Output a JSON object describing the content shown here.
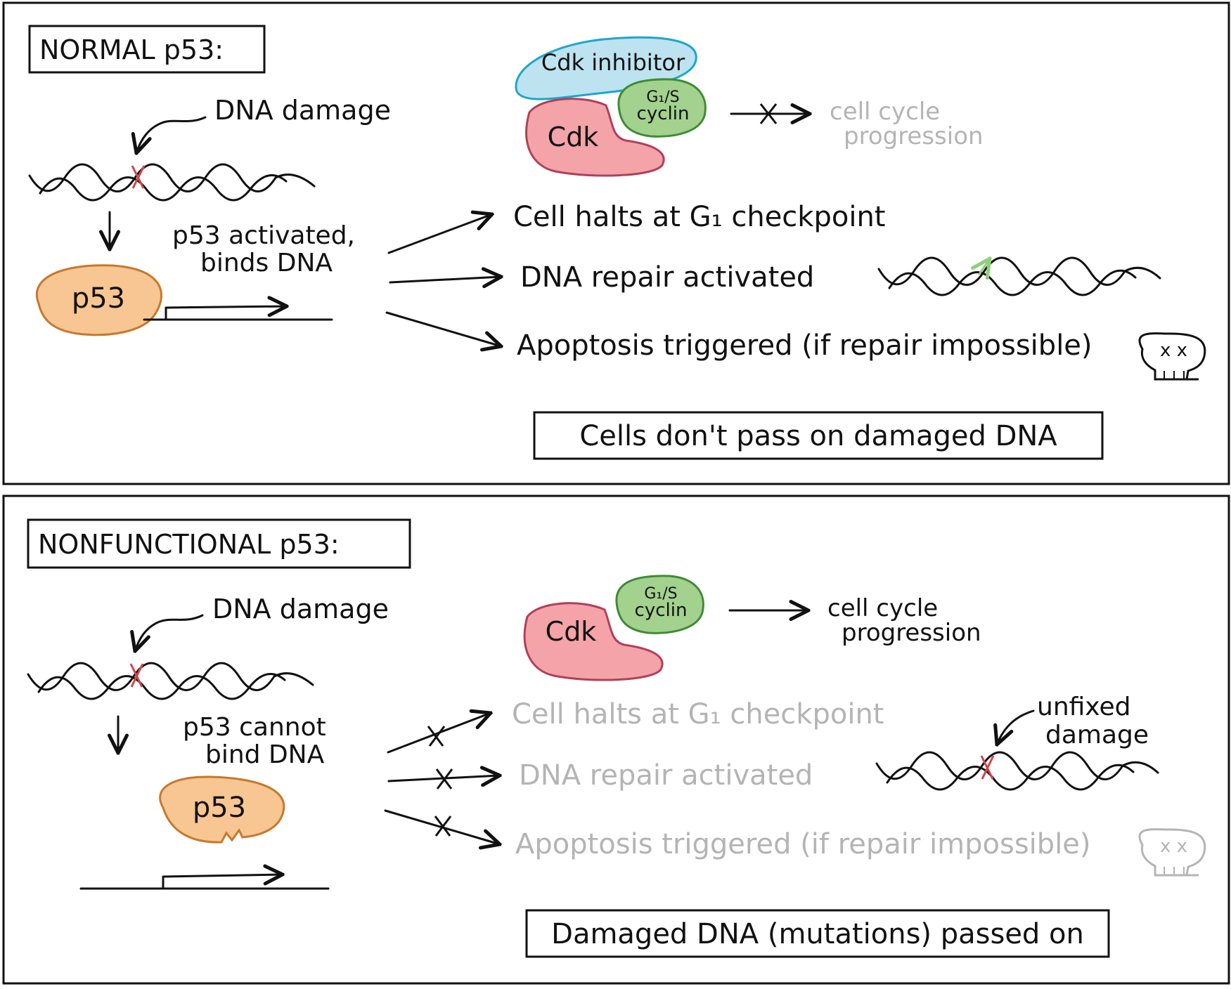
{
  "normal": {
    "title": "NORMAL p53:",
    "dna_damage": "DNA damage",
    "p53_label": "p53",
    "p53_activated_line1": "p53 activated,",
    "p53_activated_line2": "binds DNA",
    "cdk_inhibitor": "Cdk inhibitor",
    "cdk": "Cdk",
    "cyclin_line1": "G₁/S",
    "cyclin_line2": "cyclin",
    "cell_cycle_line1": "cell cycle",
    "cell_cycle_line2": "progression",
    "outcome_halt": "Cell halts at G₁ checkpoint",
    "outcome_repair": "DNA repair activated",
    "outcome_apoptosis": "Apoptosis triggered (if repair impossible)",
    "summary": "Cells don't pass on damaged DNA"
  },
  "nonfunctional": {
    "title": "NONFUNCTIONAL p53:",
    "dna_damage": "DNA damage",
    "p53_label": "p53",
    "p53_cannot_line1": "p53 cannot",
    "p53_cannot_line2": "bind DNA",
    "cdk": "Cdk",
    "cyclin_line1": "G₁/S",
    "cyclin_line2": "cyclin",
    "cell_cycle_line1": "cell cycle",
    "cell_cycle_line2": "progression",
    "outcome_halt": "Cell halts at G₁ checkpoint",
    "outcome_repair": "DNA repair activated",
    "outcome_apoptosis": "Apoptosis triggered (if repair impossible)",
    "unfixed_line1": "unfixed",
    "unfixed_line2": "damage",
    "summary": "Damaged DNA (mutations) passed on"
  },
  "colors": {
    "cdk_fill": "#f4a3a8",
    "cdk_stroke": "#b0405a",
    "cyclin_fill": "#a3d18e",
    "cyclin_stroke": "#3f8a36",
    "inhibitor_fill": "#bde3f1",
    "inhibitor_stroke": "#1ea6cc",
    "p53_fill": "#f8c692",
    "p53_stroke": "#c7782d",
    "damage_mark": "#d0464c",
    "repair_arrow": "#8ed07a",
    "inactive_text": "#b4b4b4"
  }
}
